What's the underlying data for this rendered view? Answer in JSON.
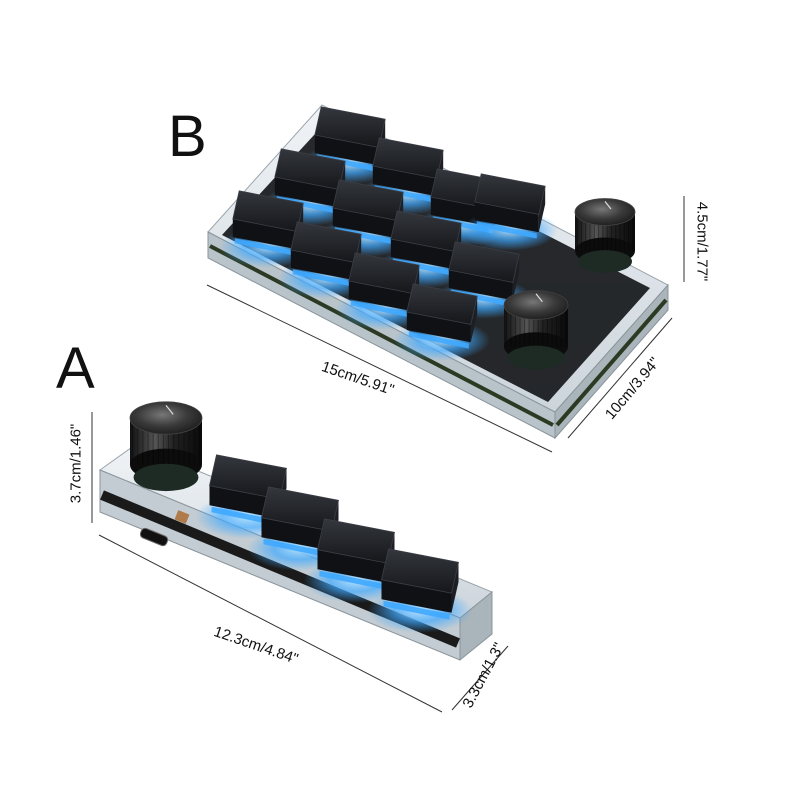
{
  "labels": {
    "variant_a": "A",
    "variant_b": "B"
  },
  "dimensions": {
    "b_length": "15cm/5.91\"",
    "b_width": "10cm/3.94\"",
    "b_height": "4.5cm/1.77\"",
    "a_length": "12.3cm/4.84\"",
    "a_width": "3.3cm/1.3\"",
    "a_height": "3.7cm/1.46\""
  },
  "colors": {
    "keycap": "#1b1d21",
    "keycap_top": "#2a2d33",
    "backlight": "#3fa9ff",
    "acrylic": "#d9e0e6",
    "pcb": "#1a1a1a",
    "knob": "#2b2b2e",
    "text": "#111111"
  },
  "products": [
    {
      "name": "B",
      "keys": 12,
      "knobs": 2
    },
    {
      "name": "A",
      "keys": 4,
      "knobs": 1
    }
  ]
}
